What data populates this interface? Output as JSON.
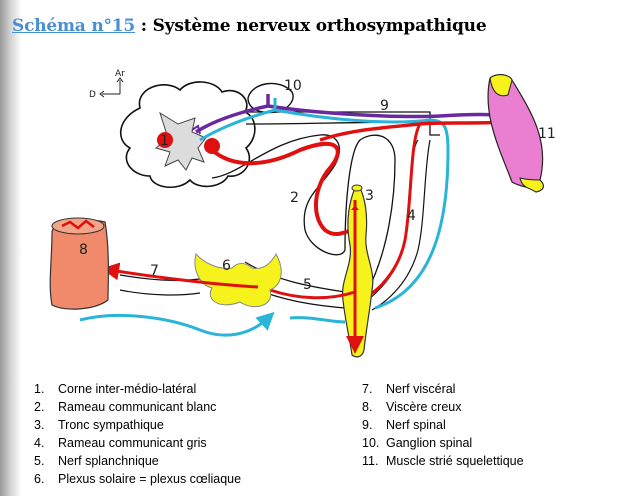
{
  "title": {
    "link_text": "Schéma n°15",
    "separator": " : ",
    "text": "Système nerveux orthosympathique"
  },
  "diagram": {
    "orientation": {
      "up": "Ar",
      "left": "D"
    },
    "labels": {
      "n1": "1",
      "n2": "2",
      "n3": "3",
      "n4": "4",
      "n5": "5",
      "n6": "6",
      "n7": "7",
      "n8": "8",
      "n9": "9",
      "n10": "10",
      "n11": "11"
    },
    "colors": {
      "motor_red": "#e01010",
      "sensory_cyan": "#2ab4d8",
      "spinal_purple": "#6a2a9e",
      "ganglion_yellow": "#f5f21c",
      "muscle_pink": "#ea7fd2",
      "viscera_salmon": "#f08a6a",
      "gray_matter": "#d9d9d9"
    }
  },
  "legend": {
    "col1": [
      {
        "num": "1.",
        "text": "Corne inter-médio-latéral"
      },
      {
        "num": "2.",
        "text": "Rameau communicant blanc"
      },
      {
        "num": "3.",
        "text": "Tronc sympathique"
      },
      {
        "num": "4.",
        "text": "Rameau communicant gris"
      },
      {
        "num": "5.",
        "text": "Nerf splanchnique"
      },
      {
        "num": "6.",
        "text": "Plexus solaire = plexus cœliaque"
      }
    ],
    "col2": [
      {
        "num": "7.",
        "text": "Nerf viscéral"
      },
      {
        "num": "8.",
        "text": "Viscère creux"
      },
      {
        "num": "9.",
        "text": "Nerf spinal"
      },
      {
        "num": "10.",
        "text": "Ganglion spinal"
      },
      {
        "num": "11.",
        "text": "Muscle strié squelettique"
      }
    ]
  }
}
